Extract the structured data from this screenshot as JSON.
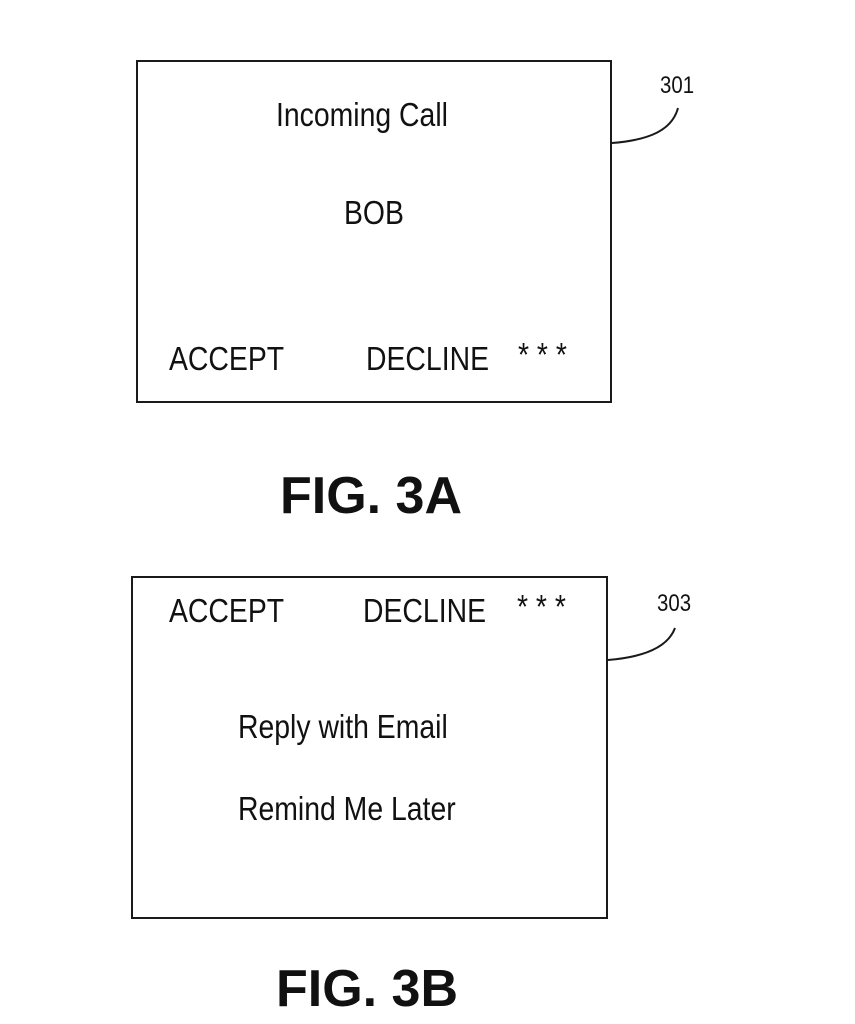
{
  "figures": [
    {
      "label": "FIG. 3A",
      "ref_numeral": "301",
      "screen": {
        "title": "Incoming Call",
        "caller": "BOB",
        "softkeys": {
          "accept": "ACCEPT",
          "decline": "DECLINE",
          "more": "* * *"
        }
      }
    },
    {
      "label": "FIG. 3B",
      "ref_numeral": "303",
      "screen": {
        "softkeys": {
          "accept": "ACCEPT",
          "decline": "DECLINE",
          "more": "* * *"
        },
        "menu_items": [
          "Reply with Email",
          "Remind Me Later"
        ]
      }
    }
  ]
}
